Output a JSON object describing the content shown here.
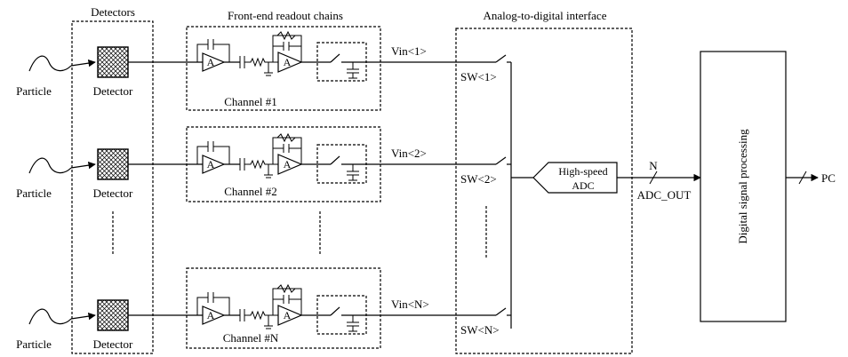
{
  "sections": {
    "detectors": "Detectors",
    "frontend": "Front-end readout chains",
    "interface": "Analog-to-digital interface"
  },
  "channels": [
    {
      "particle": "Particle",
      "detector": "Detector",
      "channel": "Channel #1",
      "vin": "Vin<1>",
      "sw": "SW<1>"
    },
    {
      "particle": "Particle",
      "detector": "Detector",
      "channel": "Channel #2",
      "vin": "Vin<2>",
      "sw": "SW<2>"
    },
    {
      "particle": "Particle",
      "detector": "Detector",
      "channel": "Channel #N",
      "vin": "Vin<N>",
      "sw": "SW<N>"
    }
  ],
  "amp": {
    "a_label": "A",
    "b_label": "A"
  },
  "adc": {
    "line1": "High-speed",
    "line2": "ADC"
  },
  "bus": {
    "width": "N",
    "name": "ADC_OUT"
  },
  "dsp": {
    "label": "Digital signal processing"
  },
  "output": {
    "label": "PC"
  }
}
